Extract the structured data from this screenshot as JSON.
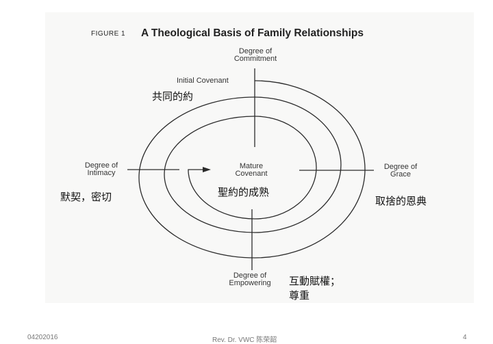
{
  "figure": {
    "number_label": "FIGURE 1",
    "title": "A Theological Basis of Family Relationships"
  },
  "axes": {
    "top": "Degree of\nCommitment",
    "left": "Degree of\nIntimacy",
    "right": "Degree of\nGrace",
    "bottom": "Degree of\nEmpowering"
  },
  "labels": {
    "start": "Initial Covenant",
    "center": "Mature\nCovenant"
  },
  "chinese": {
    "start": "共同的約",
    "intimacy": "默契，密切",
    "center": "聖約的成熟",
    "grace": "取捨的恩典",
    "empowering_line1": "互動賦權；",
    "empowering_line2": "尊重"
  },
  "footer": {
    "date": "04202016",
    "author": "Rev. Dr. VWC 陈荣韶",
    "page": "4"
  },
  "colors": {
    "line": "#2a2a2a",
    "scan_bg": "#f8f8f7"
  }
}
